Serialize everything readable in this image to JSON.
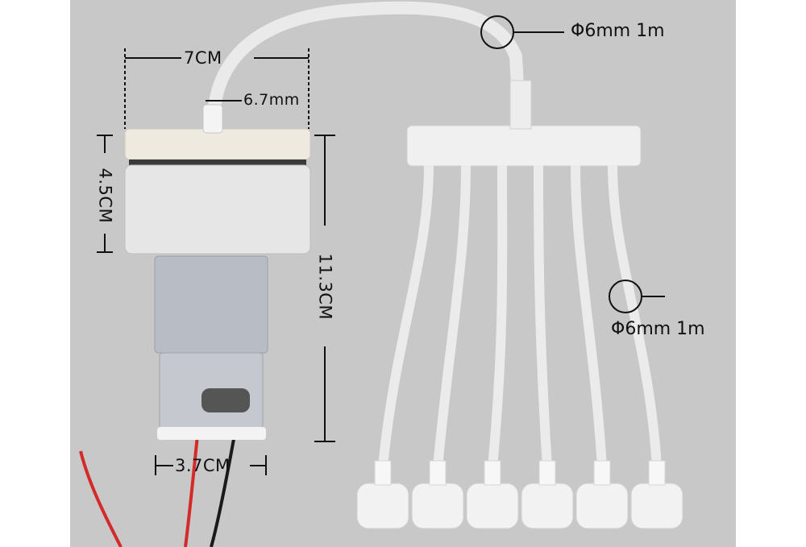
{
  "dimensions": {
    "width_top": "7CM",
    "nozzle": "6.7mm",
    "height_head": "4.5CM",
    "height_total": "11.3CM",
    "motor_diameter": "3.7CM"
  },
  "tube_labels": {
    "main_tube": "Φ6mm 1m",
    "branch_tube": "Φ6mm 1m"
  },
  "colors": {
    "background": "#c8c8c8",
    "wire_red": "#d42a2a",
    "wire_black": "#1a1a1a",
    "tube": "#ececec",
    "stone": "#f2f2f2"
  }
}
